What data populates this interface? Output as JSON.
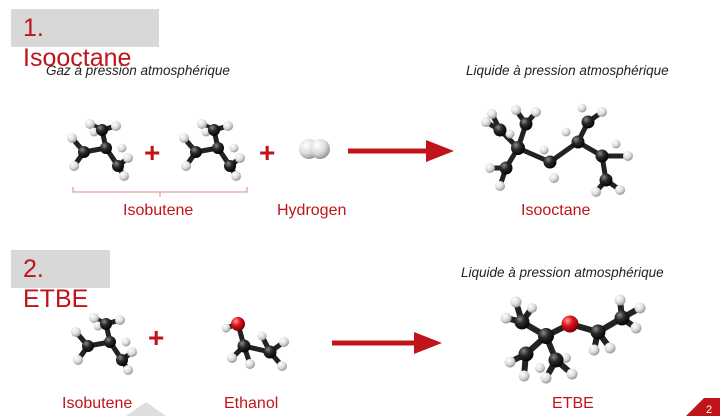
{
  "section1": {
    "title": "1. Isooctane",
    "condition_left": "Gaz à pression atmosphérique",
    "condition_right": "Liquide à pression atmosphérique",
    "plus_symbol": "+",
    "label_isobutene": "Isobutene",
    "label_hydrogen": "Hydrogen",
    "label_isooctane": "Isooctane"
  },
  "section2": {
    "title": "2. ETBE",
    "condition_right": "Liquide à pression atmosphérique",
    "plus_symbol": "+",
    "label_isobutene": "Isobutene",
    "label_ethanol": "Ethanol",
    "label_etbe": "ETBE"
  },
  "page_number": "2",
  "colors": {
    "accent": "#c0141a",
    "title_bg": "#d8d8d8",
    "carbon": "#1a1a1a",
    "hydrogen": "#e8e8e8",
    "oxygen": "#e0141a"
  }
}
